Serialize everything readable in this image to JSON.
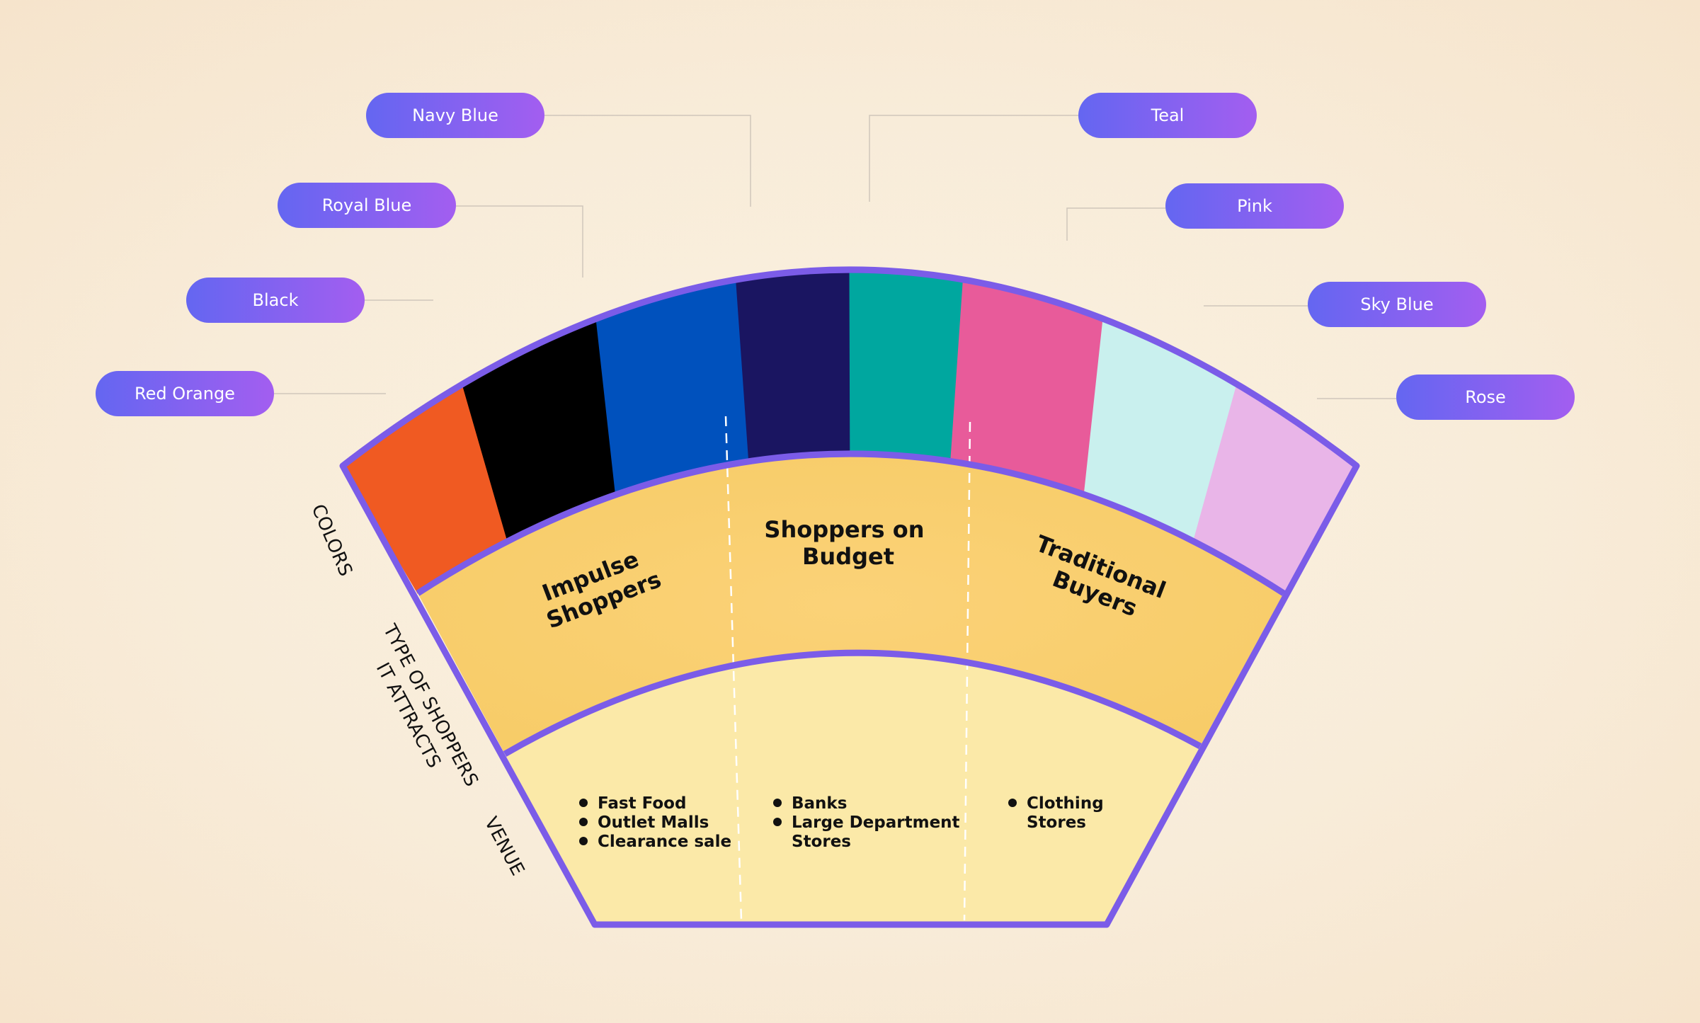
{
  "colors": [
    {
      "label": "Red Orange",
      "hex": "#f05a22"
    },
    {
      "label": "Black",
      "hex": "#000000"
    },
    {
      "label": "Royal Blue",
      "hex": "#0051bd"
    },
    {
      "label": "Navy Blue",
      "hex": "#1a1561"
    },
    {
      "label": "Teal",
      "hex": "#00a79f"
    },
    {
      "label": "Pink",
      "hex": "#e85b9a"
    },
    {
      "label": "Sky Blue",
      "hex": "#c9f0ee"
    },
    {
      "label": "Rose",
      "hex": "#e9b5e8"
    }
  ],
  "side_labels": {
    "colors": "COLORS",
    "type_line1": "TYPE OF SHOPPERS",
    "type_line2": "IT ATTRACTS",
    "venue": "VENUE"
  },
  "shopper_types": [
    {
      "line1": "Impulse",
      "line2": "Shoppers"
    },
    {
      "line1": "Shoppers on",
      "line2": "Budget"
    },
    {
      "line1": "Traditional",
      "line2": "Buyers"
    }
  ],
  "venues": [
    {
      "items": [
        "Fast Food",
        "Outlet Malls",
        "Clearance sale"
      ]
    },
    {
      "items": [
        "Banks",
        "Large Department",
        "Stores"
      ]
    },
    {
      "items": [
        "Clothing",
        "Stores"
      ]
    }
  ],
  "palette": {
    "outline": "#7b5ce8",
    "band_mid": "#f9cf6d",
    "band_inner": "#fbe9a8",
    "pill_start": "#6466f1",
    "pill_end": "#a35ef0"
  }
}
